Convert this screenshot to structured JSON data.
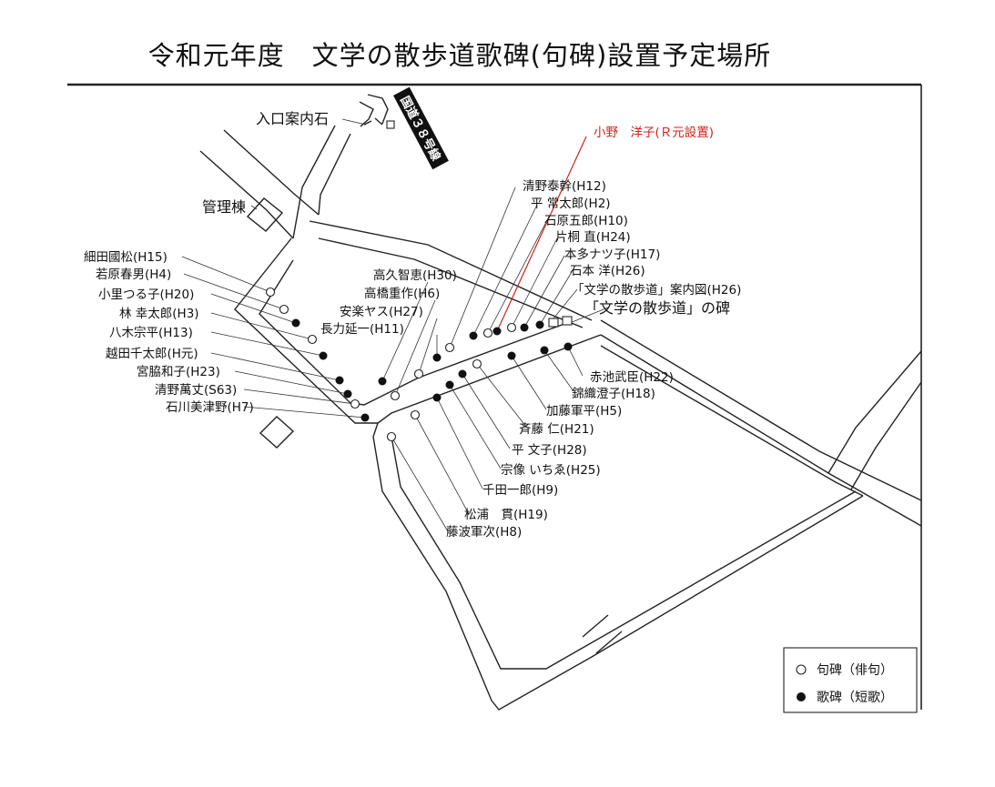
{
  "title": "令和元年度　文学の散歩道歌碑(句碑)設置予定場所",
  "landmarks": {
    "entrance_stone": "入口案内石",
    "route": "国道３８号線",
    "admin_building": "管理棟",
    "new_poet": "小野　洋子(Ｒ元設置)",
    "guide_map": "「文学の散歩道」案内図(H26)",
    "monument": "「文学の散歩道」の碑"
  },
  "poets": {
    "hosoda": "細田國松(H15)",
    "wakahara": "若原春男(H4)",
    "kosato": "小里つる子(H20)",
    "hayashi": "林 幸太郎(H3)",
    "yagi": "八木宗平(H13)",
    "koshida": "越田千太郎(H元)",
    "miyawaki": "宮脇和子(H23)",
    "kiyono_ban": "清野萬丈(S63)",
    "ishikawa": "石川美津野(H7)",
    "takaku": "高久智恵(H30)",
    "takahashi": "高橋重作(H6)",
    "anraku": "安楽ヤス(H27)",
    "nagariki": "長力延一(H11)",
    "kiyono_tai": "清野泰幹(H12)",
    "taira_tsune": "平 常太郎(H2)",
    "ishihara": "石原五郎(H10)",
    "katagiri": "片桐 直(H24)",
    "honda": "本多ナツ子(H17)",
    "ishimoto": "石本 洋(H26)",
    "akaike": "赤池武臣(H22)",
    "nishikiori": "錦織澄子(H18)",
    "kato": "加藤軍平(H5)",
    "saito": "斉藤 仁(H21)",
    "taira_fumi": "平 文子(H28)",
    "munakata": "宗像 いちゑ(H25)",
    "senda": "千田一郎(H9)",
    "matsuura": "松浦　貫(H19)",
    "fujinami": "藤波軍次(H8)"
  },
  "legend": {
    "haiku": "句碑（俳句）",
    "tanka": "歌碑（短歌）"
  },
  "colors": {
    "ink": "#111111",
    "red": "#d2221b"
  }
}
